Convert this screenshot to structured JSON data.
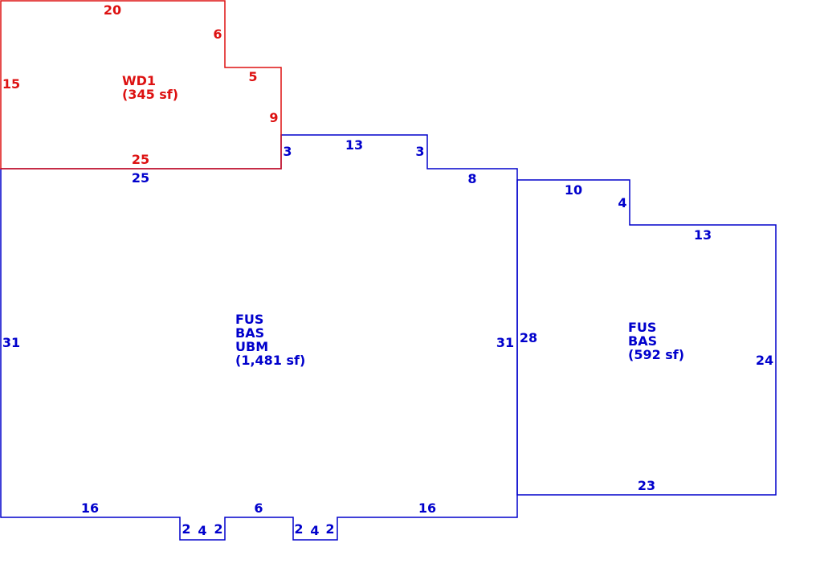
{
  "colors": {
    "deck": "#dd1111",
    "house": "#0000cc",
    "background": "#ffffff"
  },
  "areas": {
    "wd1": {
      "lines": [
        "WD1",
        "(345 sf)"
      ]
    },
    "main": {
      "lines": [
        "FUS",
        "BAS",
        "UBM",
        "(1,481 sf)"
      ]
    },
    "right": {
      "lines": [
        "FUS",
        "BAS",
        "(592 sf)"
      ]
    }
  },
  "dims": {
    "wd1_top": "20",
    "wd1_step_vertical": "6",
    "wd1_step_horizontal": "5",
    "wd1_left": "15",
    "wd1_right": "9",
    "wd1_bottom": "25",
    "main_top": "25",
    "bump_left": "3",
    "bump_top": "13",
    "bump_right": "3",
    "main_top_right": "8",
    "main_left": "31",
    "main_right": "31",
    "main_bottom_left": "16",
    "notch1_left": "2",
    "notch1_bottom": "4",
    "notch1_right": "2",
    "main_bottom_mid": "6",
    "notch2_left": "2",
    "notch2_bottom": "4",
    "notch2_right": "2",
    "main_bottom_right": "16",
    "right_top": "10",
    "right_step": "4",
    "right_top2": "13",
    "right_left": "28",
    "right_right": "24",
    "right_bottom": "23"
  }
}
